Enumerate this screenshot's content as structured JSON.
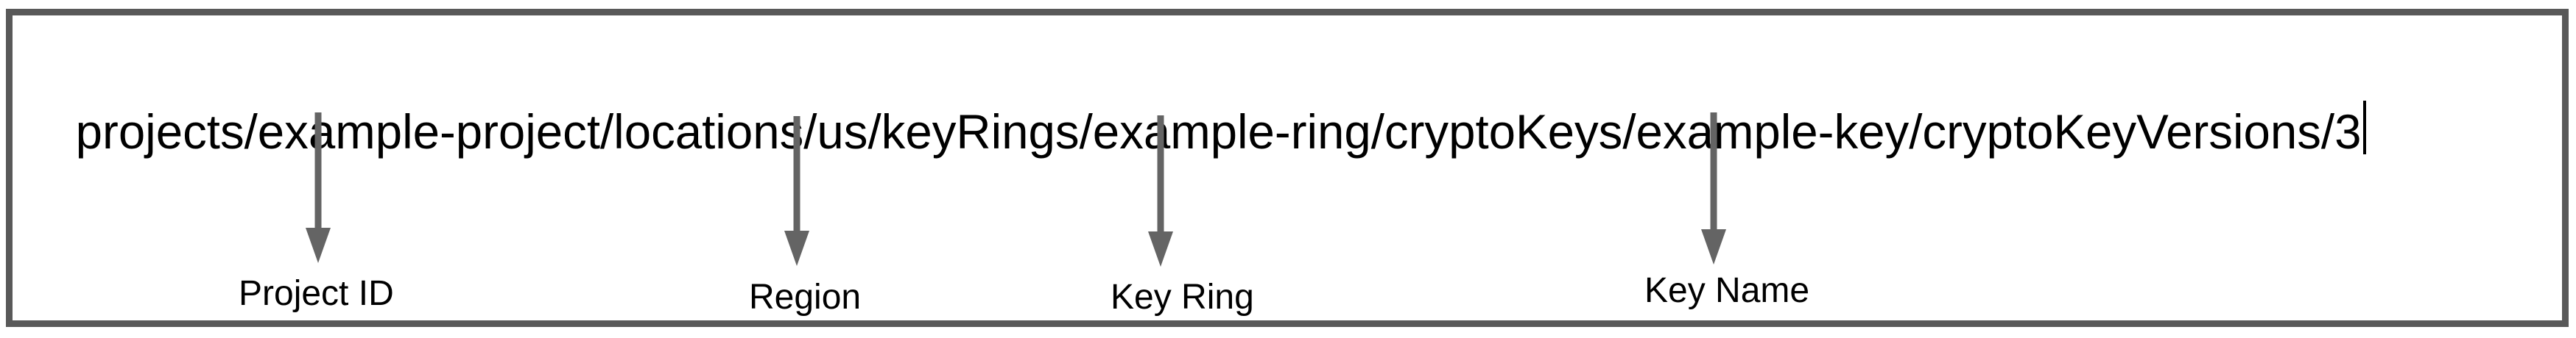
{
  "resource_path_field": {
    "value": "projects/example-project/locations/us/keyRings/example-ring/cryptoKeys/example-key/cryptoKeyVersions/3",
    "cursor_visible": true
  },
  "annotations": [
    {
      "label": "Project ID",
      "points_to": "example-project"
    },
    {
      "label": "Region",
      "points_to": "us"
    },
    {
      "label": "Key Ring",
      "points_to": "example-ring"
    },
    {
      "label": "Key Name",
      "points_to": "example-key"
    }
  ],
  "colors": {
    "box_border": "#595959",
    "arrow": "#646464",
    "text": "#000000",
    "background": "#ffffff"
  }
}
